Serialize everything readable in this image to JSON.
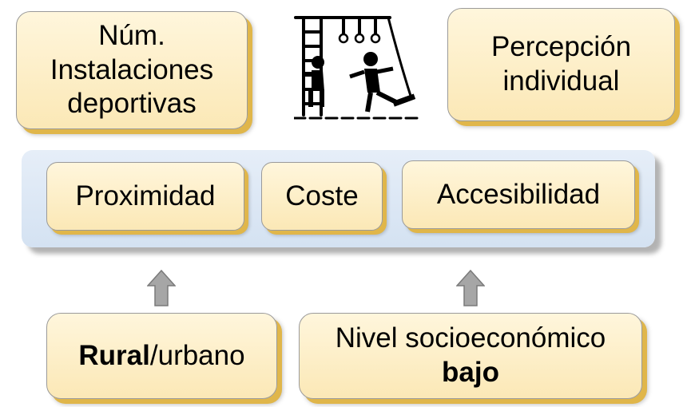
{
  "top": {
    "left_box": {
      "lines": [
        "Núm.",
        "Instalaciones",
        "deportivas"
      ]
    },
    "right_box": {
      "lines": [
        "Percepción",
        "individual"
      ]
    },
    "illustration_icon": "playground-climbing-icon"
  },
  "band": {
    "items": [
      {
        "label": "Proximidad"
      },
      {
        "label": "Coste"
      },
      {
        "label": "Accesibilidad"
      }
    ]
  },
  "bottom": {
    "left_box": {
      "bold": "Rural",
      "rest": "/urbano"
    },
    "right_box": {
      "line1": "Nivel socioeconómico",
      "line2_bold": "bajo"
    }
  },
  "arrow_icon": "up-arrow-icon",
  "colors": {
    "box_fill": "#fbe8b6",
    "box_shadow": "#e0b64a",
    "band_fill": "#d4e2f2",
    "arrow_fill": "#a6a6a6"
  }
}
